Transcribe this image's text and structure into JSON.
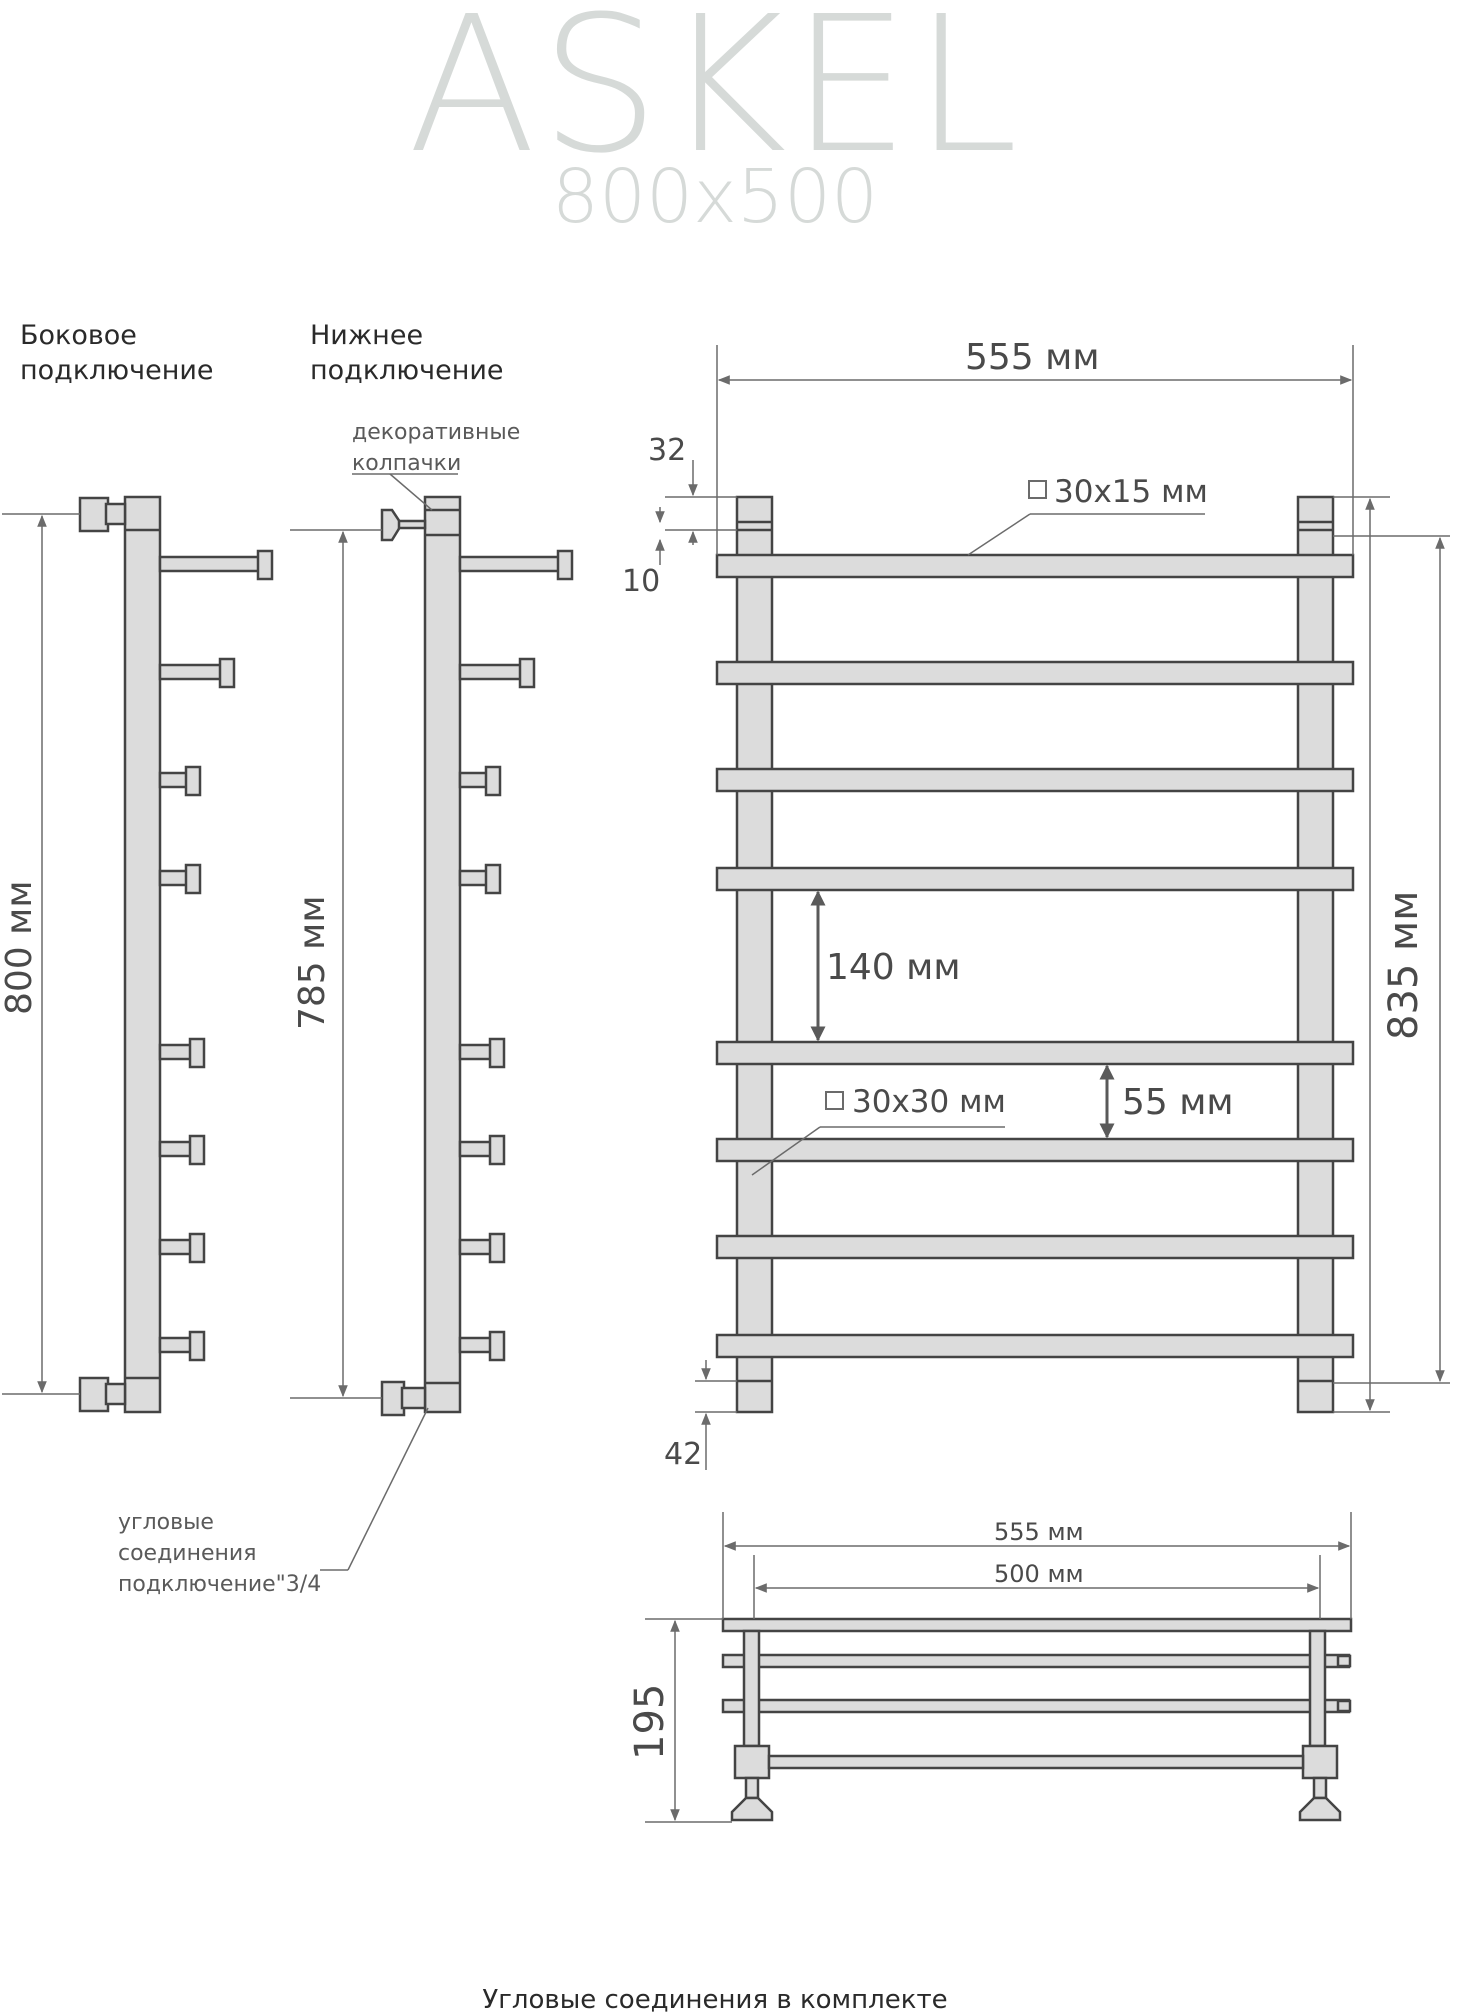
{
  "title": "ASKEL",
  "subtitle": "800x500",
  "side_label": "Боковое\nподключение",
  "bottom_label": "Нижнее\nподключение",
  "caps_note": "декоративные\nколпачки",
  "corner_note": "угловые\nсоединения\nподключение\"3/4",
  "dims": {
    "width_555": "555 мм",
    "d32": "32",
    "d10": "10",
    "d42": "42",
    "profile_30x15": "30x15 мм",
    "profile_30x30": "30x30 мм",
    "spacing_140": "140 мм",
    "spacing_55": "55 мм",
    "height_800": "800 мм",
    "height_785": "785 мм",
    "height_835": "835 мм",
    "top_555": "555 мм",
    "top_500": "500 мм",
    "depth_195": "195"
  },
  "footer": "Угловые соединения в комплекте",
  "colors": {
    "line": "#444444",
    "fill": "#dcdcdc",
    "title": "#d6dad8"
  }
}
